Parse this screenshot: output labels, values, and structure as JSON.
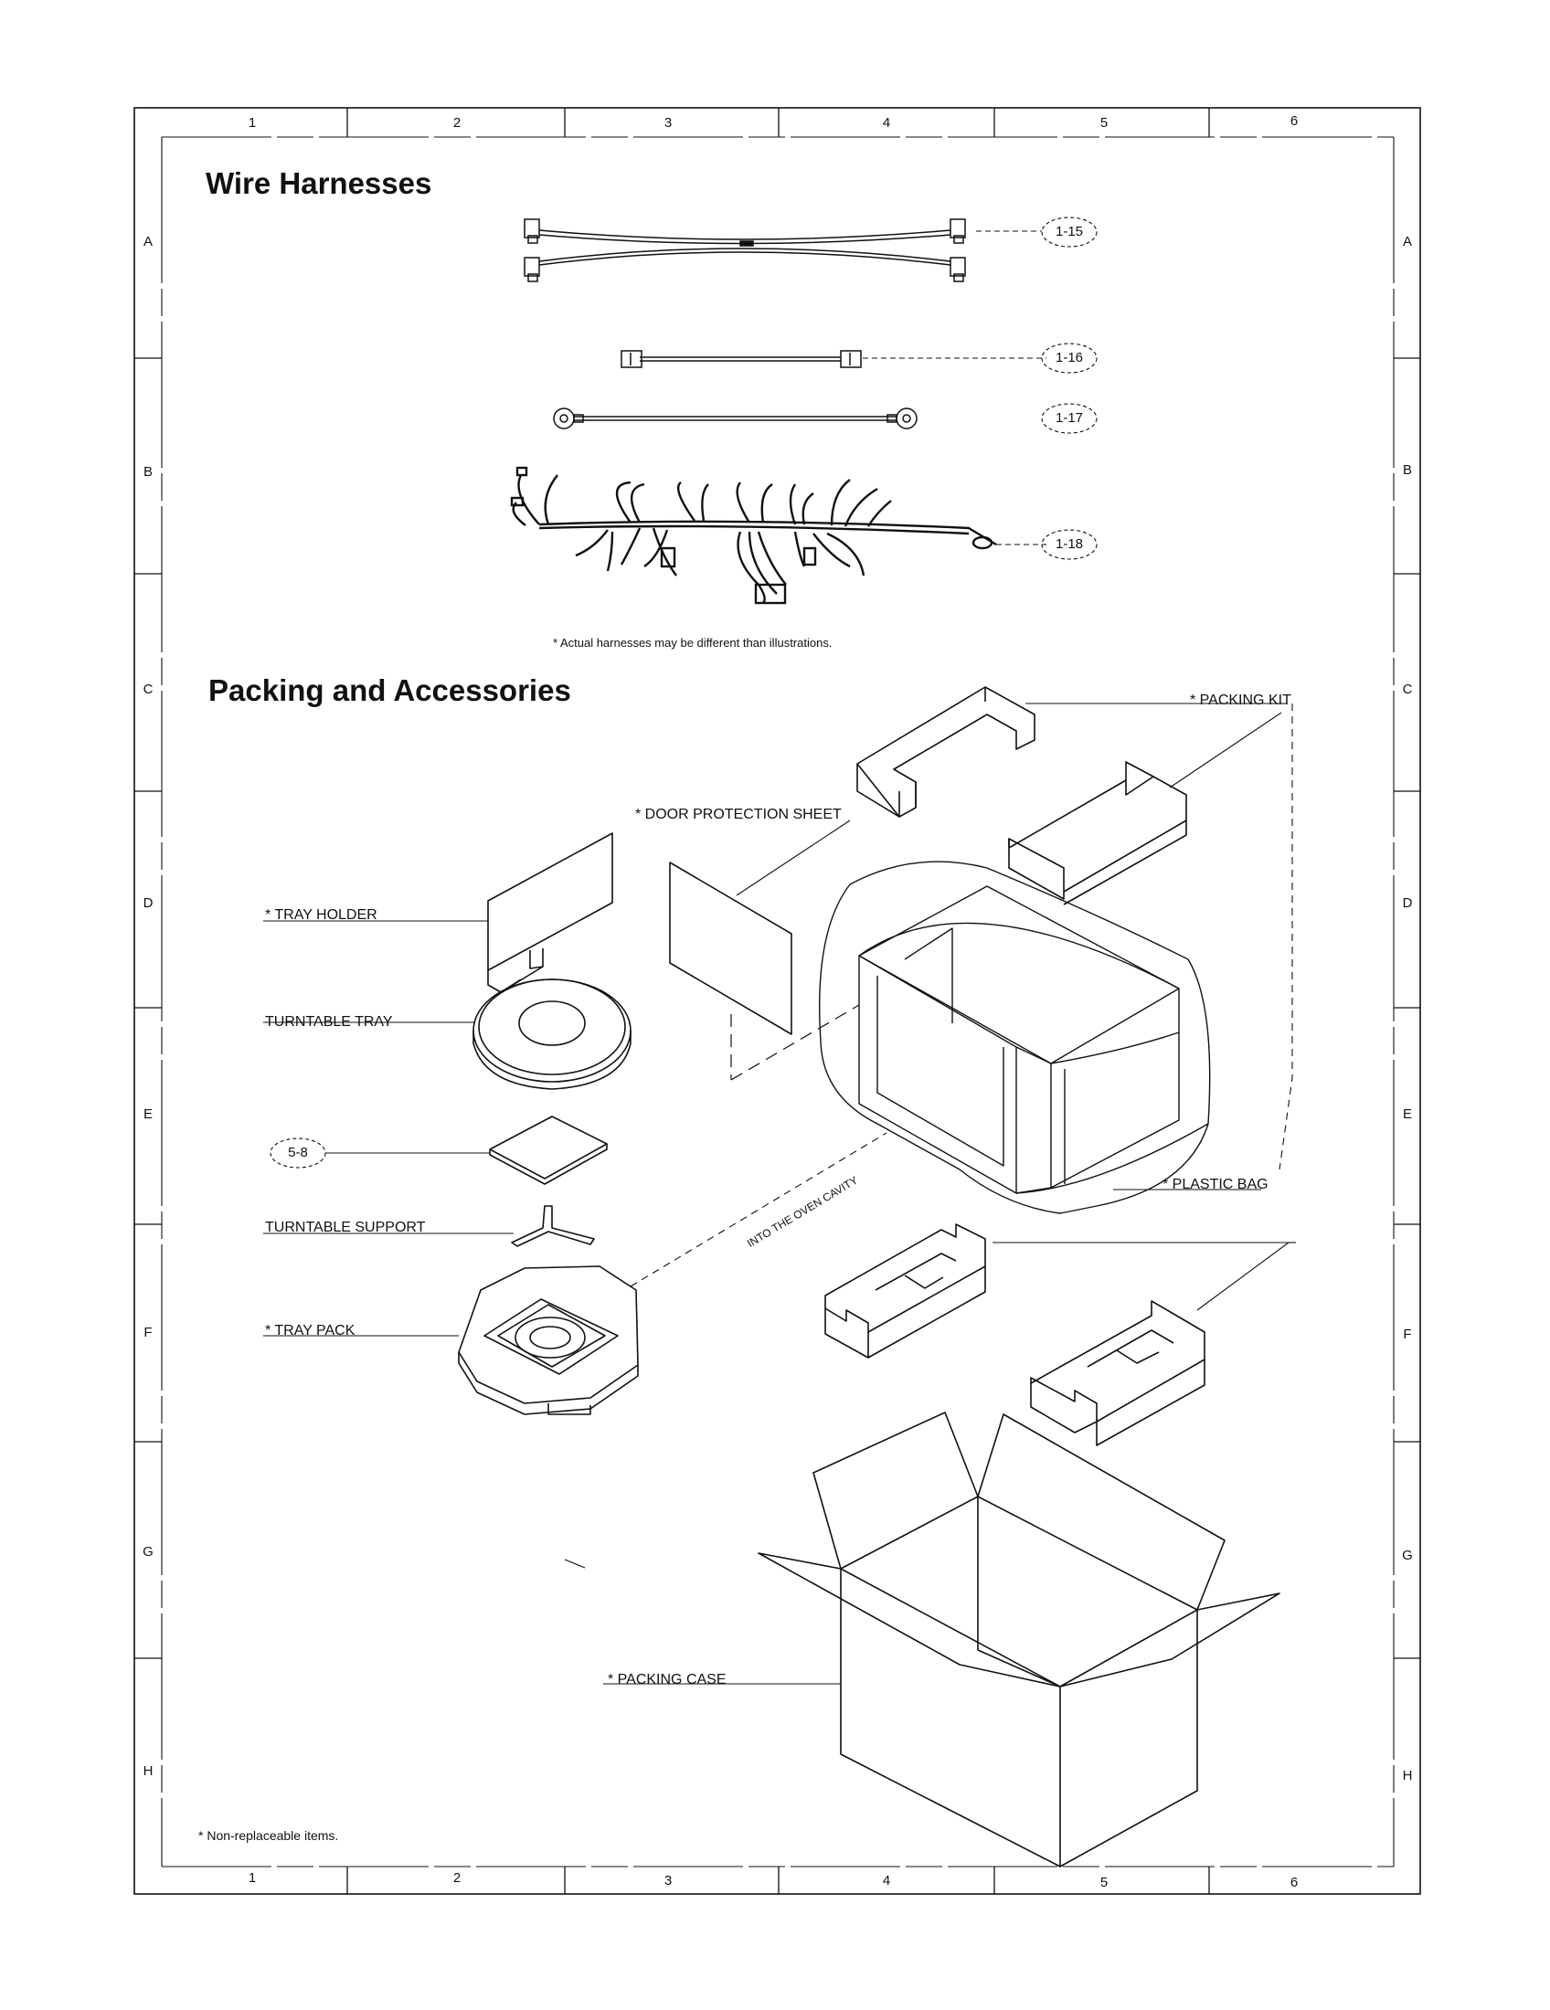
{
  "sections": {
    "wire_harnesses_title": "Wire Harnesses",
    "packing_title": "Packing and Accessories"
  },
  "grid": {
    "columns": [
      "1",
      "2",
      "3",
      "4",
      "5",
      "6"
    ],
    "rows": [
      "A",
      "B",
      "C",
      "D",
      "E",
      "F",
      "G",
      "H"
    ]
  },
  "harness_refs": [
    "1-15",
    "1-16",
    "1-17",
    "1-18"
  ],
  "harness_note": "* Actual harnesses may be different than illustrations.",
  "part_labels": {
    "packing_kit": "* PACKING KIT",
    "door_protection_sheet": "* DOOR PROTECTION SHEET",
    "tray_holder": "* TRAY HOLDER",
    "turntable_tray": "TURNTABLE TRAY",
    "ref_5_8": "5-8",
    "turntable_support": "TURNTABLE SUPPORT",
    "tray_pack": "* TRAY PACK",
    "plastic_bag": "* PLASTIC BAG",
    "packing_case": "* PACKING CASE",
    "into_oven_cavity": "INTO THE OVEN CAVITY"
  },
  "footer_note": "* Non-replaceable items."
}
